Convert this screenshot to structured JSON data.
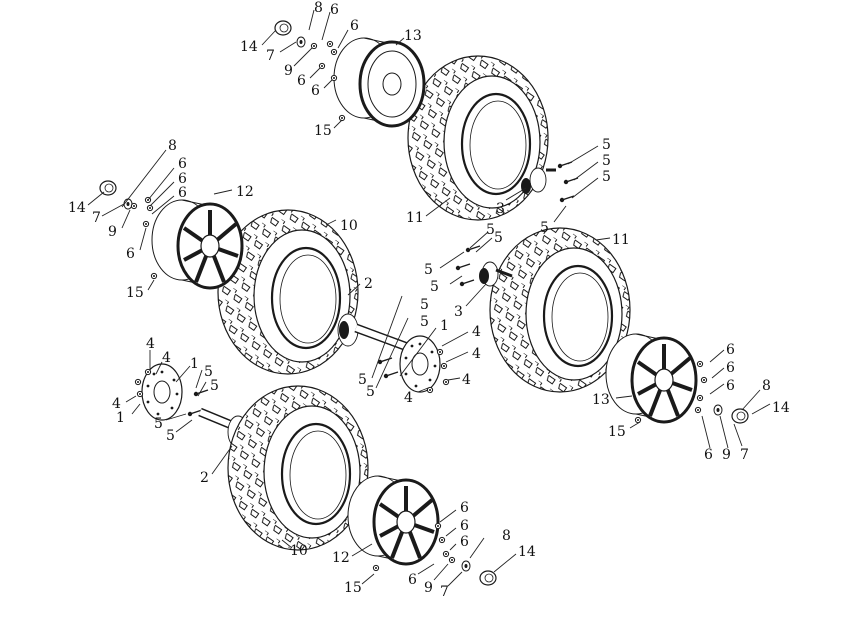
{
  "callouts": [
    "1",
    "2",
    "3",
    "4",
    "5",
    "6",
    "7",
    "8",
    "9",
    "10",
    "11",
    "12",
    "13",
    "14",
    "15"
  ],
  "colors": {
    "ink": "#1a1a1a",
    "paper": "#ffffff"
  }
}
